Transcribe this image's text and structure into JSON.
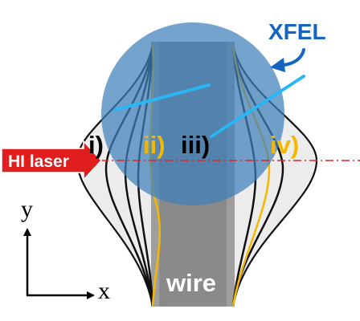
{
  "labels": {
    "xfel": "XFEL",
    "hi_laser": "HI laser",
    "wire": "wire",
    "axis_y": "y",
    "axis_x": "x",
    "profile_i": "i)",
    "profile_ii": "ii)",
    "profile_iii": "iii)",
    "profile_iv": "iv)"
  },
  "colors": {
    "xfel_text": "#1565C0",
    "xfel_spot": "#4A8CC5",
    "xfel_beam_lines": "#29B6F6",
    "laser_arrow": "#E01E1E",
    "laser_axis": "#E02424",
    "wire_fill": "#8A8A8A",
    "wire_text": "#FFFFFF",
    "profile_black": "#111111",
    "profile_yellow": "#F5B800",
    "expansion_fill": "#E9E9E9",
    "axis_arrows": "#000000"
  },
  "icons": {
    "xfel_pointer": "curved-arrow-icon",
    "laser_pointer": "right-block-arrow-icon"
  }
}
